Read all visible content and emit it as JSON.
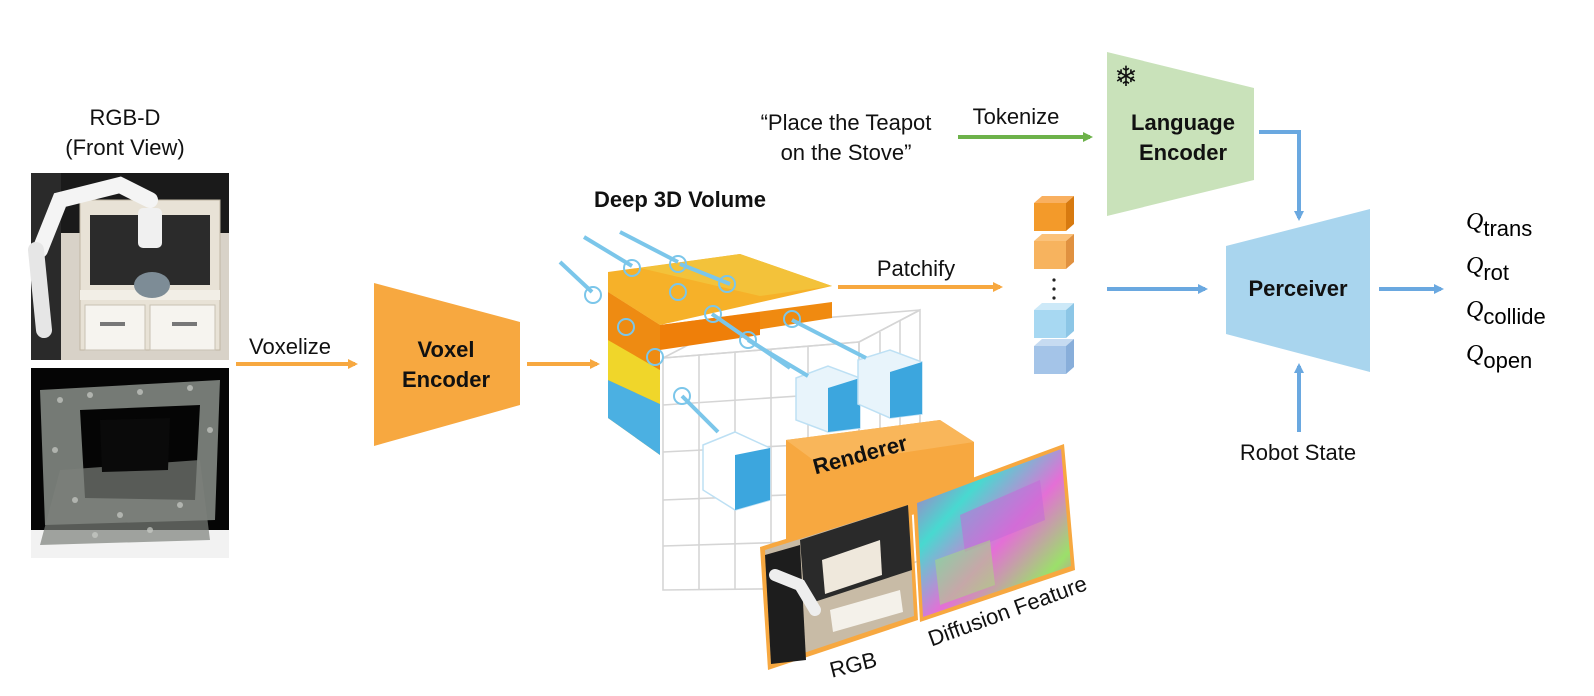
{
  "input": {
    "title_line1": "RGB-D",
    "title_line2": "(Front View)"
  },
  "steps": {
    "voxelize": "Voxelize",
    "patchify": "Patchify",
    "tokenize": "Tokenize"
  },
  "modules": {
    "voxel_encoder_line1": "Voxel",
    "voxel_encoder_line2": "Encoder",
    "language_encoder_line1": "Language",
    "language_encoder_line2": "Encoder",
    "perceiver": "Perceiver",
    "renderer": "Renderer"
  },
  "volume": {
    "title": "Deep 3D Volume"
  },
  "instruction": {
    "line1": "“Place the Teapot",
    "line2": "on the Stove”"
  },
  "robot_state": "Robot State",
  "render_outputs": {
    "rgb": "RGB",
    "diffusion": "Diffusion Feature"
  },
  "outputs": [
    {
      "symbol": "Q",
      "sub": "trans"
    },
    {
      "symbol": "Q",
      "sub": "rot"
    },
    {
      "symbol": "Q",
      "sub": "collide"
    },
    {
      "symbol": "Q",
      "sub": "open"
    }
  ],
  "colors": {
    "orange": "#F7A840",
    "green_arrow": "#6DB24A",
    "blue_arrow": "#6AA8E0",
    "lang_fill": "#C9E2BA",
    "perceiver_fill": "#A9D5EE"
  }
}
